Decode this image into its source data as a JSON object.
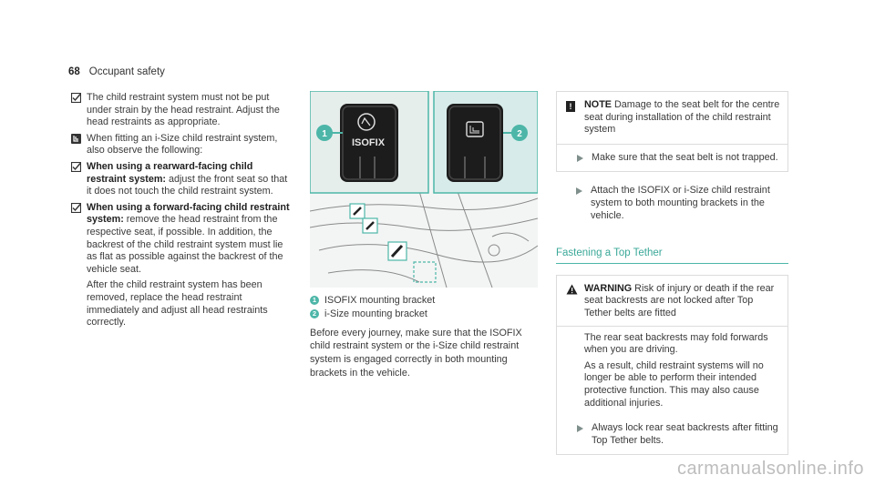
{
  "header": {
    "page_number": "68",
    "section_title": "Occupant safety"
  },
  "col1": {
    "item1": "The child restraint system must not be put under strain by the head restraint. Adjust the head restraints as appropriate.",
    "item2": "When fitting an i-Size child restraint system, also observe the following:",
    "item3_bold": "When using a rearward-facing child restraint system:",
    "item3_text": " adjust the front seat so that it does not touch the child restraint system.",
    "item4_bold": "When using a forward-facing child restraint system:",
    "item4_text": " remove the head restraint from the respective seat, if possible. In addition, the backrest of the child restraint system must lie as flat as possible against the backrest of the vehicle seat.",
    "item4_para": "After the child restraint system has been removed, replace the head restraint immediately and adjust all head restraints correctly."
  },
  "figure": {
    "callout1": "1",
    "callout2": "2",
    "isofix_label": "ISOFIX",
    "accent_color": "#4db6a8"
  },
  "captions": {
    "legend1_num": "1",
    "legend1": "ISOFIX mounting bracket",
    "legend2_num": "2",
    "legend2": "i-Size mounting bracket",
    "paragraph": "Before every journey, make sure that the ISOFIX child restraint system or the i-Size child restraint system is engaged correctly in both mounting brackets in the vehicle."
  },
  "col3": {
    "note_label": "NOTE",
    "note_text": " Damage to the seat belt for the centre seat during installation of the child restraint system",
    "note_step": "Make sure that the seat belt is not trapped.",
    "step": "Attach the ISOFIX or i-Size child restraint system to both mounting brackets in the vehicle.",
    "section_title": "Fastening a Top Tether",
    "warning_label": "WARNING",
    "warning_text": " Risk of injury or death if the rear seat backrests are not locked after Top Tether belts are fitted",
    "warning_p1": "The rear seat backrests may fold forwards when you are driving.",
    "warning_p2": "As a result, child restraint systems will no longer be able to perform their intended protective function. This may also cause additional injuries.",
    "warning_step": "Always lock rear seat backrests after fitting Top Tether belts."
  },
  "watermark": "carmanualsonline.info"
}
